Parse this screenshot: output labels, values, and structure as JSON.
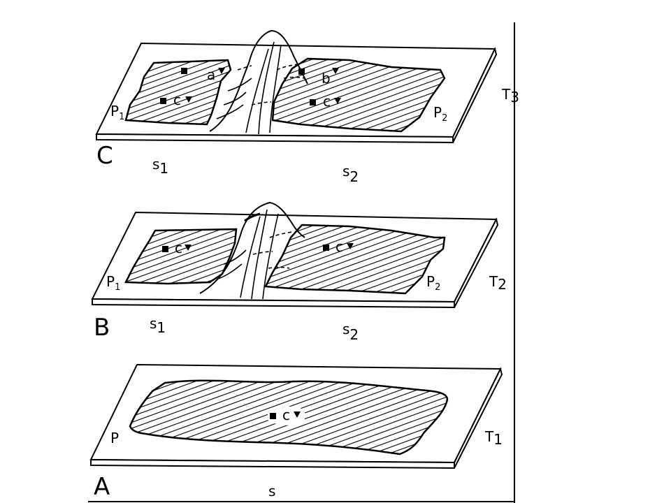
{
  "panels": [
    {
      "id": "A",
      "label": "A",
      "time": "T1",
      "time_base": "T",
      "time_sub": "1",
      "population": "P",
      "species": [
        "s"
      ],
      "markers": [
        {
          "text": "c"
        }
      ]
    },
    {
      "id": "B",
      "label": "B",
      "time": "T2",
      "time_base": "T",
      "time_sub": "2",
      "populations": [
        {
          "base": "P",
          "sub": "1"
        },
        {
          "base": "P",
          "sub": "2"
        }
      ],
      "species": [
        {
          "base": "s",
          "sub": "1"
        },
        {
          "base": "s",
          "sub": "2"
        }
      ],
      "markers": [
        {
          "text": "c"
        },
        {
          "text": "c"
        }
      ]
    },
    {
      "id": "C",
      "label": "C",
      "time": "T3",
      "time_base": "T",
      "time_sub": "3",
      "populations": [
        {
          "base": "P",
          "sub": "1"
        },
        {
          "base": "P",
          "sub": "2"
        }
      ],
      "species": [
        {
          "base": "s",
          "sub": "1"
        },
        {
          "base": "s",
          "sub": "2"
        }
      ],
      "markers": [
        {
          "text": "a"
        },
        {
          "text": "c"
        },
        {
          "text": "b"
        },
        {
          "text": "c"
        }
      ]
    }
  ]
}
